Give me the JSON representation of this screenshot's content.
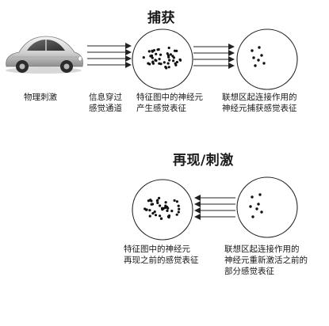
{
  "top": {
    "title": "捕获",
    "label_stimulus": "物理刺激",
    "label_channel": [
      "信息穿过",
      "感觉通道"
    ],
    "label_feature": [
      "特征图中的神经元",
      "产生感觉表征"
    ],
    "label_association": [
      "联想区起连接作用的",
      "神经元捕获感觉表征"
    ]
  },
  "bottom": {
    "title": "再现/刺激",
    "label_feature": [
      "特征图中的神经元",
      "再现之前的感觉表征"
    ],
    "label_association": [
      "联想区起连接作用的",
      "神经元重新激活之前的",
      "部分感觉表征"
    ]
  }
}
